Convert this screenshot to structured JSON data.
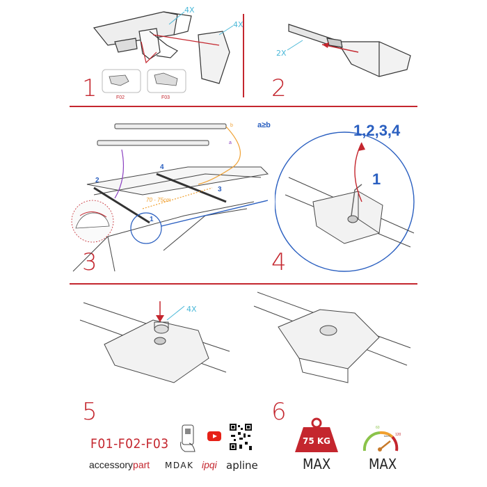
{
  "steps": {
    "s1": "1",
    "s2": "2",
    "s3": "3",
    "s4": "4",
    "s5": "5",
    "s6": "6"
  },
  "panel1": {
    "qty_a": "4X",
    "qty_b": "4X",
    "part_f02": "F02",
    "part_f03": "F03"
  },
  "panel2": {
    "qty": "2X"
  },
  "panel3": {
    "rule": "a≥b",
    "label_a": "a",
    "label_b": "b",
    "bar_1": "1",
    "bar_2": "2",
    "bar_3": "3",
    "bar_4": "4",
    "distance": "70 - 75cm"
  },
  "panel4": {
    "sequence": "1,2,3,4",
    "callout": "1"
  },
  "panel5": {
    "qty": "4X"
  },
  "footer": {
    "model_codes": "F01-F02-F03",
    "brand_accessory_prefix": "accessory",
    "brand_accessory_suffix": "part",
    "brand_mdak": "MDAK",
    "brand_ipqi": "ipqi",
    "brand_apline": "apline",
    "weight": "75 KG",
    "weight_caption": "MAX",
    "speed_caption": "MAX",
    "speed_unit": "km/h",
    "speed_low": "60",
    "speed_high": "120"
  },
  "colors": {
    "accent": "#c4262e",
    "cyan": "#4ab8d8",
    "blue": "#2a5fc0",
    "purple": "#8a3fc0",
    "orange": "#f0a030"
  },
  "icons": [
    "phone-qr-icon",
    "youtube-icon",
    "qr-code-icon",
    "weight-icon",
    "speedometer-icon"
  ],
  "gauges": {
    "weight_kg": 75,
    "speed_max_kmh": 120
  }
}
